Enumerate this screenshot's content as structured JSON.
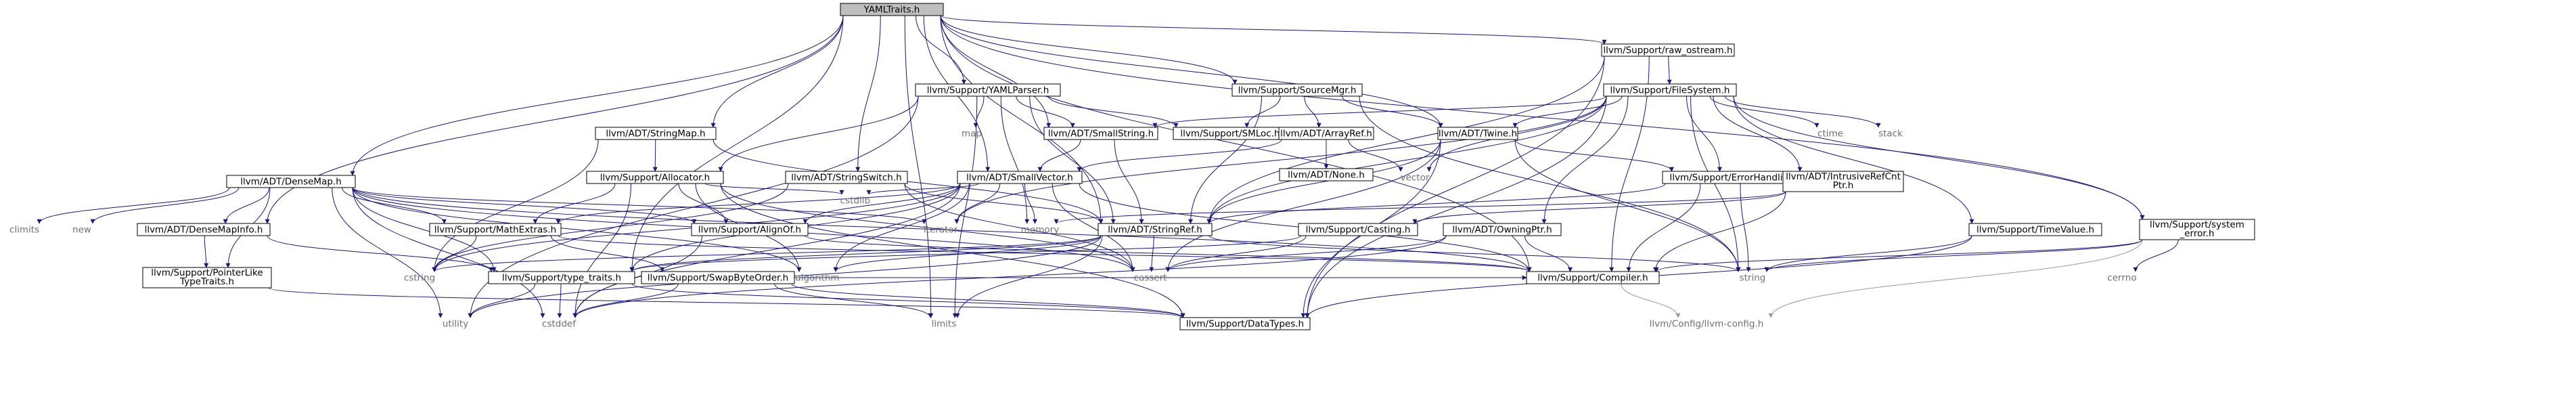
{
  "graph": {
    "title": "YAMLTraits.h",
    "nodes": [
      {
        "id": "yamltraits",
        "label": [
          "YAMLTraits.h"
        ],
        "root": true
      },
      {
        "id": "raw_ostream",
        "label": [
          "llvm/Support/raw_ostream.h"
        ]
      },
      {
        "id": "yamlparser",
        "label": [
          "llvm/Support/YAMLParser.h"
        ]
      },
      {
        "id": "sourcemgr",
        "label": [
          "llvm/Support/SourceMgr.h"
        ]
      },
      {
        "id": "filesystem",
        "label": [
          "llvm/Support/FileSystem.h"
        ]
      },
      {
        "id": "stringmap",
        "label": [
          "llvm/ADT/StringMap.h"
        ]
      },
      {
        "id": "smallstring",
        "label": [
          "llvm/ADT/SmallString.h"
        ]
      },
      {
        "id": "smloc",
        "label": [
          "llvm/Support/SMLoc.h"
        ]
      },
      {
        "id": "arrayref",
        "label": [
          "llvm/ADT/ArrayRef.h"
        ]
      },
      {
        "id": "twine",
        "label": [
          "llvm/ADT/Twine.h"
        ]
      },
      {
        "id": "map",
        "label": [
          "map"
        ],
        "sys": true
      },
      {
        "id": "ctime",
        "label": [
          "ctime"
        ],
        "sys": true
      },
      {
        "id": "stack",
        "label": [
          "stack"
        ],
        "sys": true
      },
      {
        "id": "densemap",
        "label": [
          "llvm/ADT/DenseMap.h"
        ]
      },
      {
        "id": "allocator",
        "label": [
          "llvm/Support/Allocator.h"
        ]
      },
      {
        "id": "stringswitch",
        "label": [
          "llvm/ADT/StringSwitch.h"
        ]
      },
      {
        "id": "smallvector",
        "label": [
          "llvm/ADT/SmallVector.h"
        ]
      },
      {
        "id": "none",
        "label": [
          "llvm/ADT/None.h"
        ]
      },
      {
        "id": "vector",
        "label": [
          "vector"
        ],
        "sys": true
      },
      {
        "id": "errorhandling",
        "label": [
          "llvm/Support/ErrorHandling.h"
        ]
      },
      {
        "id": "intrusiverefcntptr",
        "label": [
          "llvm/ADT/IntrusiveRefCnt",
          "Ptr.h"
        ]
      },
      {
        "id": "system_error",
        "label": [
          "llvm/Support/system",
          "_error.h"
        ]
      },
      {
        "id": "timevalue",
        "label": [
          "llvm/Support/TimeValue.h"
        ]
      },
      {
        "id": "climits",
        "label": [
          "climits"
        ],
        "sys": true
      },
      {
        "id": "new",
        "label": [
          "new"
        ],
        "sys": true
      },
      {
        "id": "densemapinfo",
        "label": [
          "llvm/ADT/DenseMapInfo.h"
        ]
      },
      {
        "id": "mathextras",
        "label": [
          "llvm/Support/MathExtras.h"
        ]
      },
      {
        "id": "alignof",
        "label": [
          "llvm/Support/AlignOf.h"
        ]
      },
      {
        "id": "cstdlib",
        "label": [
          "cstdlib"
        ],
        "sys": true
      },
      {
        "id": "iterator",
        "label": [
          "iterator"
        ],
        "sys": true
      },
      {
        "id": "memory",
        "label": [
          "memory"
        ],
        "sys": true
      },
      {
        "id": "stringref",
        "label": [
          "llvm/ADT/StringRef.h"
        ]
      },
      {
        "id": "casting",
        "label": [
          "llvm/Support/Casting.h"
        ]
      },
      {
        "id": "owningptr",
        "label": [
          "llvm/ADT/OwningPtr.h"
        ]
      },
      {
        "id": "pointerlike",
        "label": [
          "llvm/Support/PointerLike",
          "TypeTraits.h"
        ]
      },
      {
        "id": "type_traits",
        "label": [
          "llvm/Support/type_traits.h"
        ]
      },
      {
        "id": "swapbyteorder",
        "label": [
          "llvm/Support/SwapByteOrder.h"
        ]
      },
      {
        "id": "cstring",
        "label": [
          "cstring"
        ],
        "sys": true
      },
      {
        "id": "algorithm",
        "label": [
          "algorithm"
        ],
        "sys": true
      },
      {
        "id": "cassert",
        "label": [
          "cassert"
        ],
        "sys": true
      },
      {
        "id": "compiler",
        "label": [
          "llvm/Support/Compiler.h"
        ]
      },
      {
        "id": "string",
        "label": [
          "string"
        ],
        "sys": true
      },
      {
        "id": "cerrno",
        "label": [
          "cerrno"
        ],
        "sys": true
      },
      {
        "id": "utility",
        "label": [
          "utility"
        ],
        "sys": true
      },
      {
        "id": "cstddef",
        "label": [
          "cstddef"
        ],
        "sys": true
      },
      {
        "id": "limits",
        "label": [
          "limits"
        ],
        "sys": true
      },
      {
        "id": "datatypes",
        "label": [
          "llvm/Support/DataTypes.h"
        ]
      },
      {
        "id": "llvmconfig",
        "label": [
          "llvm/Config/llvm-config.h"
        ],
        "sys": true
      }
    ],
    "edges": [
      [
        "yamltraits",
        "raw_ostream"
      ],
      [
        "yamltraits",
        "yamlparser"
      ],
      [
        "yamltraits",
        "sourcemgr"
      ],
      [
        "yamltraits",
        "stringmap"
      ],
      [
        "yamltraits",
        "densemap"
      ],
      [
        "yamltraits",
        "stringswitch"
      ],
      [
        "yamltraits",
        "smallvector"
      ],
      [
        "yamltraits",
        "twine"
      ],
      [
        "yamltraits",
        "system_error"
      ],
      [
        "yamltraits",
        "stringref"
      ],
      [
        "yamltraits",
        "densemapinfo"
      ],
      [
        "yamltraits",
        "compiler"
      ],
      [
        "yamltraits",
        "type_traits"
      ],
      [
        "yamltraits",
        "limits"
      ],
      [
        "yamltraits",
        "smallstring"
      ],
      [
        "raw_ostream",
        "filesystem"
      ],
      [
        "raw_ostream",
        "stringref"
      ],
      [
        "raw_ostream",
        "compiler"
      ],
      [
        "raw_ostream",
        "datatypes"
      ],
      [
        "yamlparser",
        "smallstring"
      ],
      [
        "yamlparser",
        "smloc"
      ],
      [
        "yamlparser",
        "allocator"
      ],
      [
        "yamlparser",
        "stringref"
      ],
      [
        "yamlparser",
        "map"
      ],
      [
        "yamlparser",
        "limits"
      ],
      [
        "yamlparser",
        "utility"
      ],
      [
        "yamlparser",
        "memory"
      ],
      [
        "sourcemgr",
        "smloc"
      ],
      [
        "sourcemgr",
        "arrayref"
      ],
      [
        "sourcemgr",
        "twine"
      ],
      [
        "sourcemgr",
        "stringref"
      ],
      [
        "sourcemgr",
        "string"
      ],
      [
        "filesystem",
        "smallstring"
      ],
      [
        "filesystem",
        "twine"
      ],
      [
        "filesystem",
        "ctime"
      ],
      [
        "filesystem",
        "stack"
      ],
      [
        "filesystem",
        "errorhandling"
      ],
      [
        "filesystem",
        "intrusiverefcntptr"
      ],
      [
        "filesystem",
        "system_error"
      ],
      [
        "filesystem",
        "timevalue"
      ],
      [
        "filesystem",
        "vector"
      ],
      [
        "filesystem",
        "owningptr"
      ],
      [
        "filesystem",
        "iterator"
      ],
      [
        "filesystem",
        "stringref"
      ],
      [
        "filesystem",
        "string"
      ],
      [
        "filesystem",
        "datatypes"
      ],
      [
        "stringmap",
        "allocator"
      ],
      [
        "stringmap",
        "stringref"
      ],
      [
        "stringmap",
        "cstring"
      ],
      [
        "smallstring",
        "smallvector"
      ],
      [
        "smallstring",
        "stringref"
      ],
      [
        "arrayref",
        "smallvector"
      ],
      [
        "arrayref",
        "none"
      ],
      [
        "arrayref",
        "vector"
      ],
      [
        "twine",
        "stringref"
      ],
      [
        "twine",
        "errorhandling"
      ],
      [
        "twine",
        "string"
      ],
      [
        "twine",
        "cassert"
      ],
      [
        "twine",
        "datatypes"
      ],
      [
        "densemap",
        "densemapinfo"
      ],
      [
        "densemap",
        "pointerlike"
      ],
      [
        "densemap",
        "type_traits"
      ],
      [
        "densemap",
        "mathextras"
      ],
      [
        "densemap",
        "alignof"
      ],
      [
        "densemap",
        "climits"
      ],
      [
        "densemap",
        "new"
      ],
      [
        "densemap",
        "algorithm"
      ],
      [
        "densemap",
        "iterator"
      ],
      [
        "densemap",
        "utility"
      ],
      [
        "densemap",
        "cassert"
      ],
      [
        "densemap",
        "cstddef"
      ],
      [
        "densemap",
        "compiler"
      ],
      [
        "allocator",
        "alignof"
      ],
      [
        "allocator",
        "mathextras"
      ],
      [
        "allocator",
        "datatypes"
      ],
      [
        "allocator",
        "cstdlib"
      ],
      [
        "allocator",
        "cassert"
      ],
      [
        "allocator",
        "cstddef"
      ],
      [
        "allocator",
        "algorithm"
      ],
      [
        "stringswitch",
        "stringref"
      ],
      [
        "stringswitch",
        "cassert"
      ],
      [
        "stringswitch",
        "cstring"
      ],
      [
        "smallvector",
        "alignof"
      ],
      [
        "smallvector",
        "compiler"
      ],
      [
        "smallvector",
        "mathextras"
      ],
      [
        "smallvector",
        "type_traits"
      ],
      [
        "smallvector",
        "algorithm"
      ],
      [
        "smallvector",
        "cassert"
      ],
      [
        "smallvector",
        "cstddef"
      ],
      [
        "smallvector",
        "cstdlib"
      ],
      [
        "smallvector",
        "cstring"
      ],
      [
        "smallvector",
        "iterator"
      ],
      [
        "smallvector",
        "memory"
      ],
      [
        "errorhandling",
        "stringref"
      ],
      [
        "errorhandling",
        "compiler"
      ],
      [
        "errorhandling",
        "string"
      ],
      [
        "intrusiverefcntptr",
        "casting"
      ],
      [
        "intrusiverefcntptr",
        "compiler"
      ],
      [
        "intrusiverefcntptr",
        "memory"
      ],
      [
        "system_error",
        "compiler"
      ],
      [
        "system_error",
        "cerrno"
      ],
      [
        "system_error",
        "string"
      ],
      [
        "system_error",
        "llvmconfig"
      ],
      [
        "timevalue",
        "datatypes"
      ],
      [
        "timevalue",
        "string"
      ],
      [
        "densemapinfo",
        "pointerlike"
      ],
      [
        "densemapinfo",
        "type_traits"
      ],
      [
        "mathextras",
        "swapbyteorder"
      ],
      [
        "mathextras",
        "compiler"
      ],
      [
        "mathextras",
        "cstring"
      ],
      [
        "alignof",
        "compiler"
      ],
      [
        "alignof",
        "cstddef"
      ],
      [
        "stringref",
        "type_traits"
      ],
      [
        "stringref",
        "algorithm"
      ],
      [
        "stringref",
        "cassert"
      ],
      [
        "stringref",
        "cstring"
      ],
      [
        "stringref",
        "limits"
      ],
      [
        "stringref",
        "string"
      ],
      [
        "stringref",
        "utility"
      ],
      [
        "casting",
        "type_traits"
      ],
      [
        "casting",
        "cassert"
      ],
      [
        "owningptr",
        "compiler"
      ],
      [
        "owningptr",
        "cassert"
      ],
      [
        "owningptr",
        "cstddef"
      ],
      [
        "pointerlike",
        "datatypes"
      ],
      [
        "type_traits",
        "datatypes"
      ],
      [
        "type_traits",
        "cstddef"
      ],
      [
        "type_traits",
        "utility"
      ],
      [
        "swapbyteorder",
        "compiler"
      ],
      [
        "swapbyteorder",
        "datatypes"
      ],
      [
        "swapbyteorder",
        "cstddef"
      ],
      [
        "swapbyteorder",
        "limits"
      ],
      [
        "compiler",
        "llvmconfig"
      ]
    ]
  }
}
